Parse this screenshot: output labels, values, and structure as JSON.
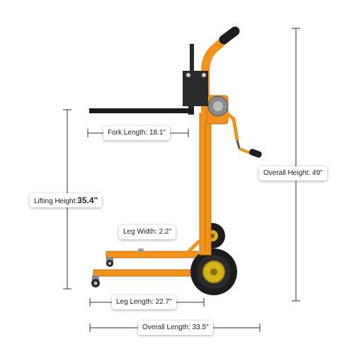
{
  "colors": {
    "frame": "#f0921b",
    "frame_dark": "#c9700a",
    "black": "#1c1c1c",
    "hub": "#d6b419",
    "dim_line": "#333333"
  },
  "dimensions": {
    "fork_length": {
      "label": "Fork Length:",
      "value": "18.1\""
    },
    "overall_height": {
      "label": "Overall Height:",
      "value": "49\""
    },
    "lifting_height": {
      "label": "Lifting Height:",
      "value": "35.4\""
    },
    "leg_width": {
      "label": "Leg Width:",
      "value": "2.2\""
    },
    "leg_length": {
      "label": "Leg Length:",
      "value": "22.7\""
    },
    "overall_length": {
      "label": "Overall Length:",
      "value": "33.5\""
    }
  }
}
